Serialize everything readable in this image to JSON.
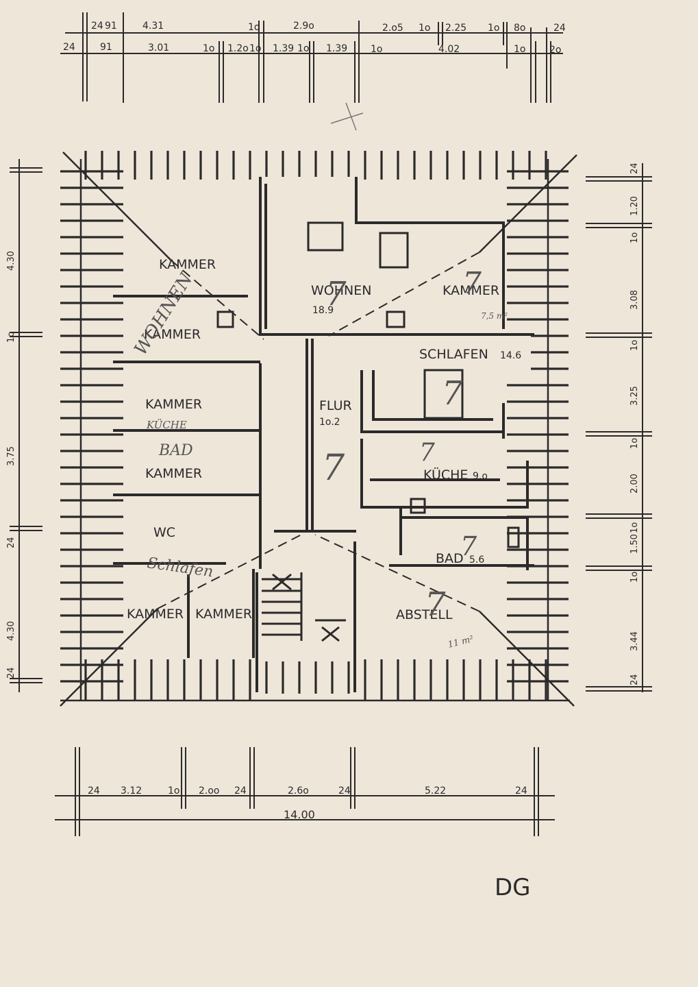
{
  "sheet": {
    "title": "DG",
    "background": "#efe6da",
    "ink": "#2a2a2a",
    "pencil": "#6a6a6a"
  },
  "dims": {
    "top_row1": [
      "24",
      "91",
      "4.31",
      "1o",
      "2.9o",
      "2.o5",
      "1o",
      "2.25",
      "1o",
      "8o",
      "24"
    ],
    "top_row2": [
      "24",
      "91",
      "3.01",
      "1o",
      "1.2o",
      "1o",
      "1.39",
      "1o",
      "1.39",
      "1o",
      "4.02",
      "1o",
      "2o"
    ],
    "right": [
      "24",
      "1.20",
      "1o",
      "3.08",
      "1o",
      "3.25",
      "1o",
      "2.00",
      "1o",
      "1.50",
      "1o",
      "3.44",
      "24"
    ],
    "bottom": [
      "24",
      "3.12",
      "1o",
      "2.oo",
      "24",
      "2.6o",
      "24",
      "5.22",
      "24"
    ],
    "total": "14.00",
    "left": [
      "4.30",
      "1o",
      "3.75",
      "24",
      "4.30",
      "24"
    ]
  },
  "rooms": {
    "kammer_1": "KAMMER",
    "kammer_2": "KAMMER",
    "kammer_3": "KAMMER",
    "kammer_4": "KAMMER",
    "kammer_5": "KAMMER",
    "kammer_6": "KAMMER",
    "kammer_7": "KAMMER",
    "wohnen": "WOHNEN",
    "wohnen_area": "18.9",
    "schlafen": "SCHLAFEN",
    "schlafen_area": "14.6",
    "flur": "FLUR",
    "flur_area": "1o.2",
    "kueche": "KÜCHE",
    "kueche_area": "9.o",
    "bad": "BAD",
    "bad_area": "5.6",
    "wc": "WC",
    "abstell": "ABSTELL"
  },
  "handwriting": {
    "wohnen": "WOHNEN",
    "kueche": "KÜCHE",
    "bad": "BAD",
    "schlafen": "Schlafen",
    "mark": "7",
    "area_note": "7,5 m²",
    "abstell_note": "11 m²"
  }
}
